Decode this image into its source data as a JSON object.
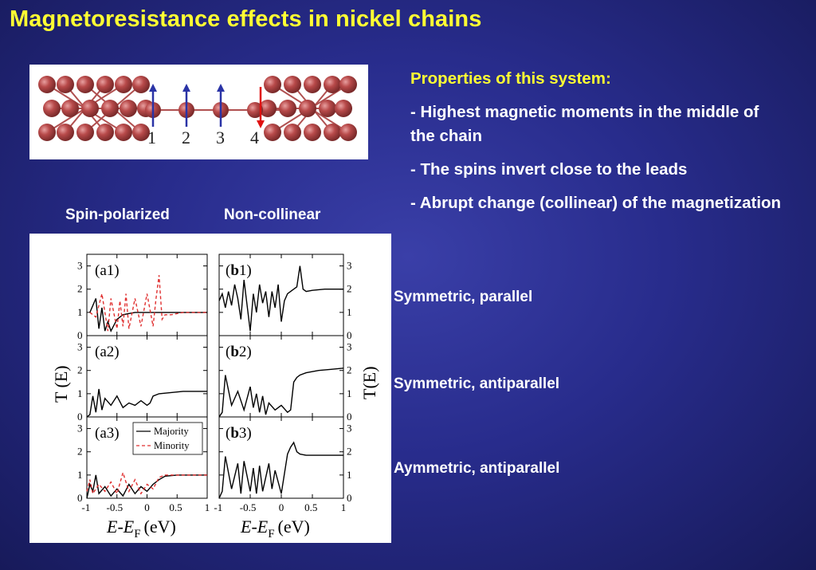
{
  "slide": {
    "title": "Magnetoresistance effects in nickel chains"
  },
  "chain_figure": {
    "site_labels": [
      "1",
      "2",
      "3",
      "4"
    ],
    "spin_directions": [
      "up",
      "up",
      "up",
      "down"
    ],
    "colors": {
      "atom": "#b84a4a",
      "spin_up": "#2a33a6",
      "spin_down": "#e01010"
    }
  },
  "properties": {
    "heading": "Properties of this system:",
    "items": [
      "- Highest magnetic moments in the middle of the chain",
      "- The spins invert close to the leads",
      "- Abrupt change (collinear) of the magnetization"
    ]
  },
  "column_labels": {
    "left": "Spin-polarized",
    "right": "Non-collinear"
  },
  "case_labels": [
    "Symmetric, parallel",
    "Symmetric, antiparallel",
    "Aymmetric, antiparallel"
  ],
  "transmission_figure": {
    "y_axis_label": "T (E)",
    "y_axis_label_right": "T(E)",
    "x_axis_label_main": "E-E",
    "x_axis_label_sub": "F",
    "x_axis_unit": "(eV)",
    "panel_labels": {
      "a1": "(a1)",
      "a2": "(a2)",
      "a3": "(a3)",
      "b1_paren_open": "(",
      "b1_letter": "b",
      "b1_rest": "1)",
      "b2_paren_open": "(",
      "b2_letter": "b",
      "b2_rest": "2)",
      "b3_paren_open": "(",
      "b3_letter": "b",
      "b3_rest": "3)"
    },
    "y_ticks": [
      "0",
      "1",
      "2",
      "3"
    ],
    "x_ticks_left": [
      "-1",
      "-0.5",
      "0",
      "0.5",
      "1"
    ],
    "x_ticks_right": [
      "-1",
      "-0.5",
      "0",
      "0.5",
      "1"
    ],
    "legend": {
      "majority": "Majority",
      "minority": "Minority"
    },
    "colors": {
      "majority": "#000000",
      "minority": "#e03030"
    }
  },
  "chart_data": {
    "type": "line",
    "xlabel": "E-EF (eV)",
    "ylabel": "T (E)",
    "xlim": [
      -1,
      1
    ],
    "ylim": [
      0,
      3.5
    ],
    "panels": [
      {
        "id": "a1",
        "series": [
          {
            "name": "Majority",
            "x": [
              -0.95,
              -0.85,
              -0.8,
              -0.75,
              -0.7,
              -0.65,
              -0.6,
              -0.5,
              -0.4,
              -0.3,
              -0.2,
              -0.1,
              0,
              0.2,
              0.4,
              0.6,
              0.8,
              1
            ],
            "y": [
              1,
              1.6,
              0.3,
              1.2,
              0.2,
              0.6,
              0.2,
              0.7,
              0.9,
              0.95,
              1.0,
              1.0,
              1.0,
              1.0,
              1.0,
              1.0,
              1.0,
              1.0
            ]
          },
          {
            "name": "Minority",
            "x": [
              -0.95,
              -0.85,
              -0.75,
              -0.65,
              -0.6,
              -0.5,
              -0.45,
              -0.4,
              -0.35,
              -0.3,
              -0.2,
              -0.1,
              0,
              0.1,
              0.15,
              0.2,
              0.25,
              0.3,
              0.4,
              0.6,
              0.8,
              1
            ],
            "y": [
              1,
              0.8,
              1.8,
              0.2,
              1.6,
              0.3,
              1.5,
              0.4,
              1.8,
              0.3,
              1.6,
              0.4,
              1.8,
              0.4,
              1.6,
              2.6,
              0.7,
              0.9,
              0.9,
              1.0,
              1.0,
              1.0
            ]
          }
        ]
      },
      {
        "id": "a2",
        "series": [
          {
            "name": "Majority",
            "x": [
              -1,
              -0.95,
              -0.9,
              -0.85,
              -0.8,
              -0.75,
              -0.7,
              -0.6,
              -0.5,
              -0.4,
              -0.3,
              -0.2,
              -0.1,
              0,
              0.05,
              0.1,
              0.2,
              0.4,
              0.6,
              0.8,
              1
            ],
            "y": [
              0,
              0.1,
              0.9,
              0.2,
              1.2,
              0.3,
              0.8,
              0.5,
              0.9,
              0.4,
              0.6,
              0.5,
              0.7,
              0.5,
              0.6,
              0.9,
              1.0,
              1.05,
              1.1,
              1.1,
              1.1
            ]
          }
        ]
      },
      {
        "id": "a3",
        "series": [
          {
            "name": "Majority",
            "x": [
              -1,
              -0.95,
              -0.9,
              -0.85,
              -0.8,
              -0.7,
              -0.6,
              -0.5,
              -0.4,
              -0.3,
              -0.2,
              -0.1,
              0,
              0.1,
              0.2,
              0.3,
              0.5,
              0.7,
              1
            ],
            "y": [
              0,
              0.6,
              0.3,
              1.0,
              0.2,
              0.5,
              0.1,
              0.4,
              0.1,
              0.6,
              0.2,
              0.5,
              0.3,
              0.6,
              0.8,
              0.95,
              1.0,
              1.0,
              1.0
            ]
          },
          {
            "name": "Minority",
            "x": [
              -1,
              -0.95,
              -0.9,
              -0.8,
              -0.7,
              -0.6,
              -0.5,
              -0.4,
              -0.3,
              -0.2,
              -0.1,
              0,
              0.1,
              0.2,
              0.3,
              0.5,
              0.7,
              1
            ],
            "y": [
              0.3,
              0.8,
              0.2,
              0.6,
              0.3,
              0.7,
              0.2,
              1.1,
              0.3,
              0.8,
              0.2,
              0.6,
              0.4,
              0.9,
              1.0,
              1.0,
              1.0,
              1.0
            ]
          }
        ]
      },
      {
        "id": "b1",
        "series": [
          {
            "name": "Majority",
            "x": [
              -1,
              -0.95,
              -0.9,
              -0.85,
              -0.8,
              -0.75,
              -0.7,
              -0.65,
              -0.6,
              -0.5,
              -0.45,
              -0.4,
              -0.35,
              -0.3,
              -0.25,
              -0.2,
              -0.15,
              -0.1,
              -0.05,
              0,
              0.05,
              0.1,
              0.15,
              0.2,
              0.25,
              0.3,
              0.35,
              0.4,
              0.5,
              0.7,
              1
            ],
            "y": [
              1.5,
              1.8,
              1.2,
              1.9,
              1.3,
              2.2,
              1.6,
              0.7,
              2.4,
              0.2,
              1.8,
              1.0,
              2.2,
              1.4,
              1.9,
              0.8,
              1.9,
              1.2,
              2.2,
              0.6,
              1.5,
              1.8,
              1.9,
              2.0,
              2.1,
              3.0,
              2.0,
              1.9,
              1.95,
              2.0,
              2.0
            ]
          }
        ]
      },
      {
        "id": "b2",
        "series": [
          {
            "name": "Majority",
            "x": [
              -1,
              -0.95,
              -0.9,
              -0.8,
              -0.7,
              -0.6,
              -0.5,
              -0.45,
              -0.4,
              -0.35,
              -0.3,
              -0.25,
              -0.2,
              -0.1,
              0,
              0.1,
              0.15,
              0.2,
              0.25,
              0.3,
              0.4,
              0.6,
              0.8,
              1
            ],
            "y": [
              0,
              0.2,
              1.8,
              0.5,
              1.1,
              0.3,
              1.3,
              0.4,
              1.0,
              0.2,
              0.9,
              0.1,
              0.6,
              0.3,
              0.5,
              0.2,
              0.3,
              1.5,
              1.7,
              1.8,
              1.9,
              2.0,
              2.05,
              2.1
            ]
          }
        ]
      },
      {
        "id": "b3",
        "series": [
          {
            "name": "Majority",
            "x": [
              -1,
              -0.95,
              -0.9,
              -0.8,
              -0.7,
              -0.65,
              -0.6,
              -0.5,
              -0.45,
              -0.4,
              -0.35,
              -0.3,
              -0.2,
              -0.15,
              -0.1,
              0,
              0.1,
              0.15,
              0.2,
              0.25,
              0.3,
              0.4,
              0.6,
              0.8,
              1
            ],
            "y": [
              0,
              0.3,
              1.8,
              0.4,
              1.5,
              0.2,
              1.6,
              0.3,
              1.3,
              0.2,
              1.4,
              0.3,
              1.5,
              0.4,
              1.2,
              0.2,
              1.9,
              2.2,
              2.4,
              2.0,
              1.9,
              1.85,
              1.85,
              1.85,
              1.85
            ]
          }
        ]
      }
    ]
  }
}
